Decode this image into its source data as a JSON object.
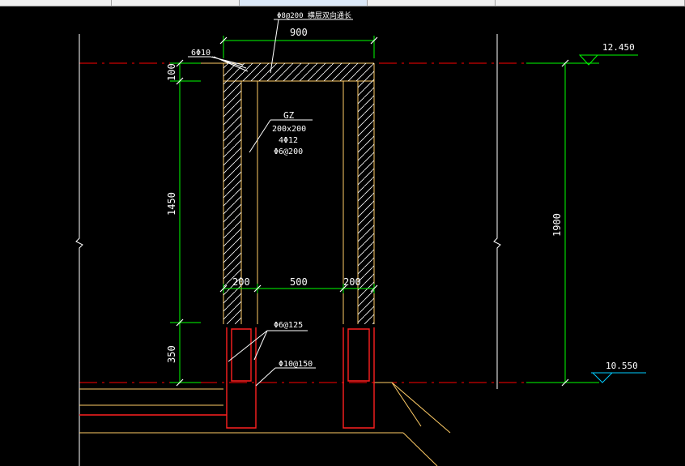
{
  "colors": {
    "background": "#000000",
    "dimension": "#00ff00",
    "axis": "#ff0000",
    "outline": "#ffcc66",
    "rebar": "#ff2020",
    "text": "#ffffff",
    "elevation": "#00ccff"
  },
  "drawing": {
    "top_note": "Φ8@200 横层双向通长",
    "left_bar_note": "6Φ10",
    "width_total": "900",
    "gz_label": "GZ",
    "gz_size": "200x200",
    "gz_main_bar": "4Φ12",
    "gz_stirrup": "Φ6@200",
    "height_top": "100",
    "height_mid": "1450",
    "height_bottom": "350",
    "height_total": "1900",
    "span_left": "200",
    "span_mid": "500",
    "span_right": "200",
    "stirrup_note": "Φ6@125",
    "bar_note": "Φ10@150",
    "elevation_top": "12.450",
    "elevation_bottom": "10.550"
  }
}
